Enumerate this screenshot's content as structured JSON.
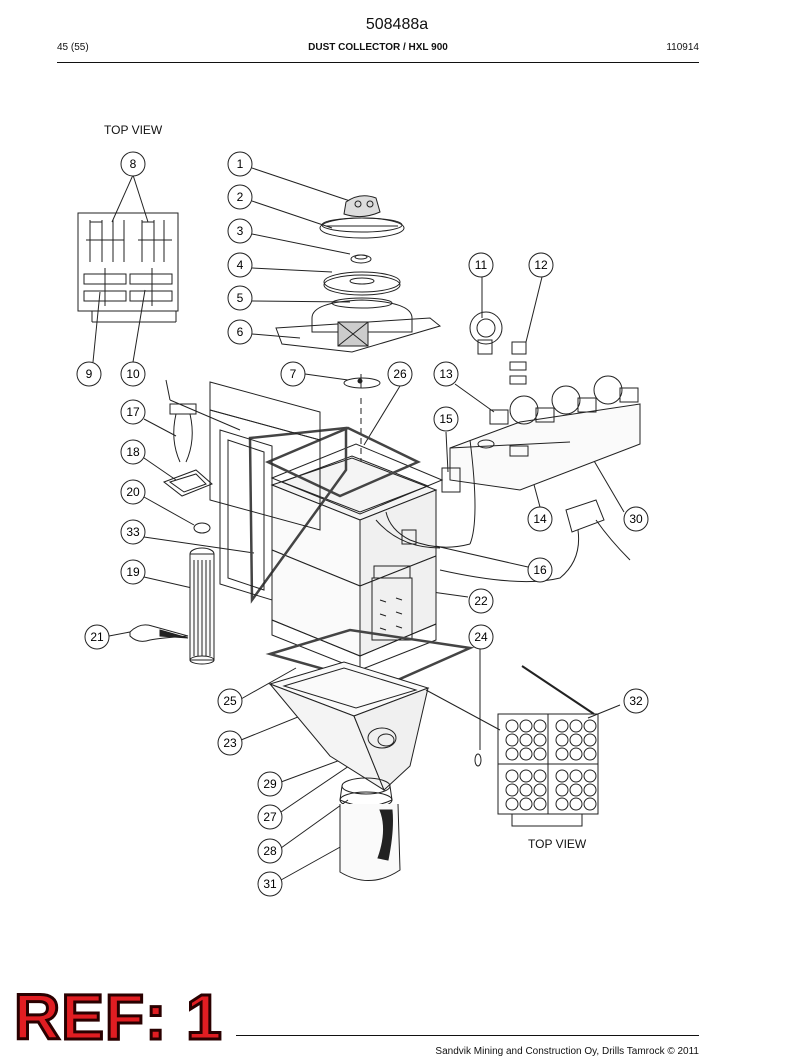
{
  "header": {
    "doc_number": "508488a",
    "page": "45 (55)",
    "title": "DUST COLLECTOR / HXL 900",
    "date_code": "110914"
  },
  "labels": {
    "top_view_1": "TOP VIEW",
    "top_view_2": "TOP VIEW"
  },
  "balloons": [
    "1",
    "2",
    "3",
    "4",
    "5",
    "6",
    "7",
    "8",
    "9",
    "10",
    "11",
    "12",
    "13",
    "14",
    "15",
    "16",
    "17",
    "18",
    "19",
    "20",
    "21",
    "22",
    "23",
    "24",
    "25",
    "26",
    "27",
    "28",
    "29",
    "30",
    "31",
    "32",
    "33"
  ],
  "footer": {
    "copyright": "Sandvik Mining and Construction Oy, Drills Tamrock © 2011"
  },
  "stamp": {
    "ref": "REF: 1",
    "color": "#e11d22"
  }
}
